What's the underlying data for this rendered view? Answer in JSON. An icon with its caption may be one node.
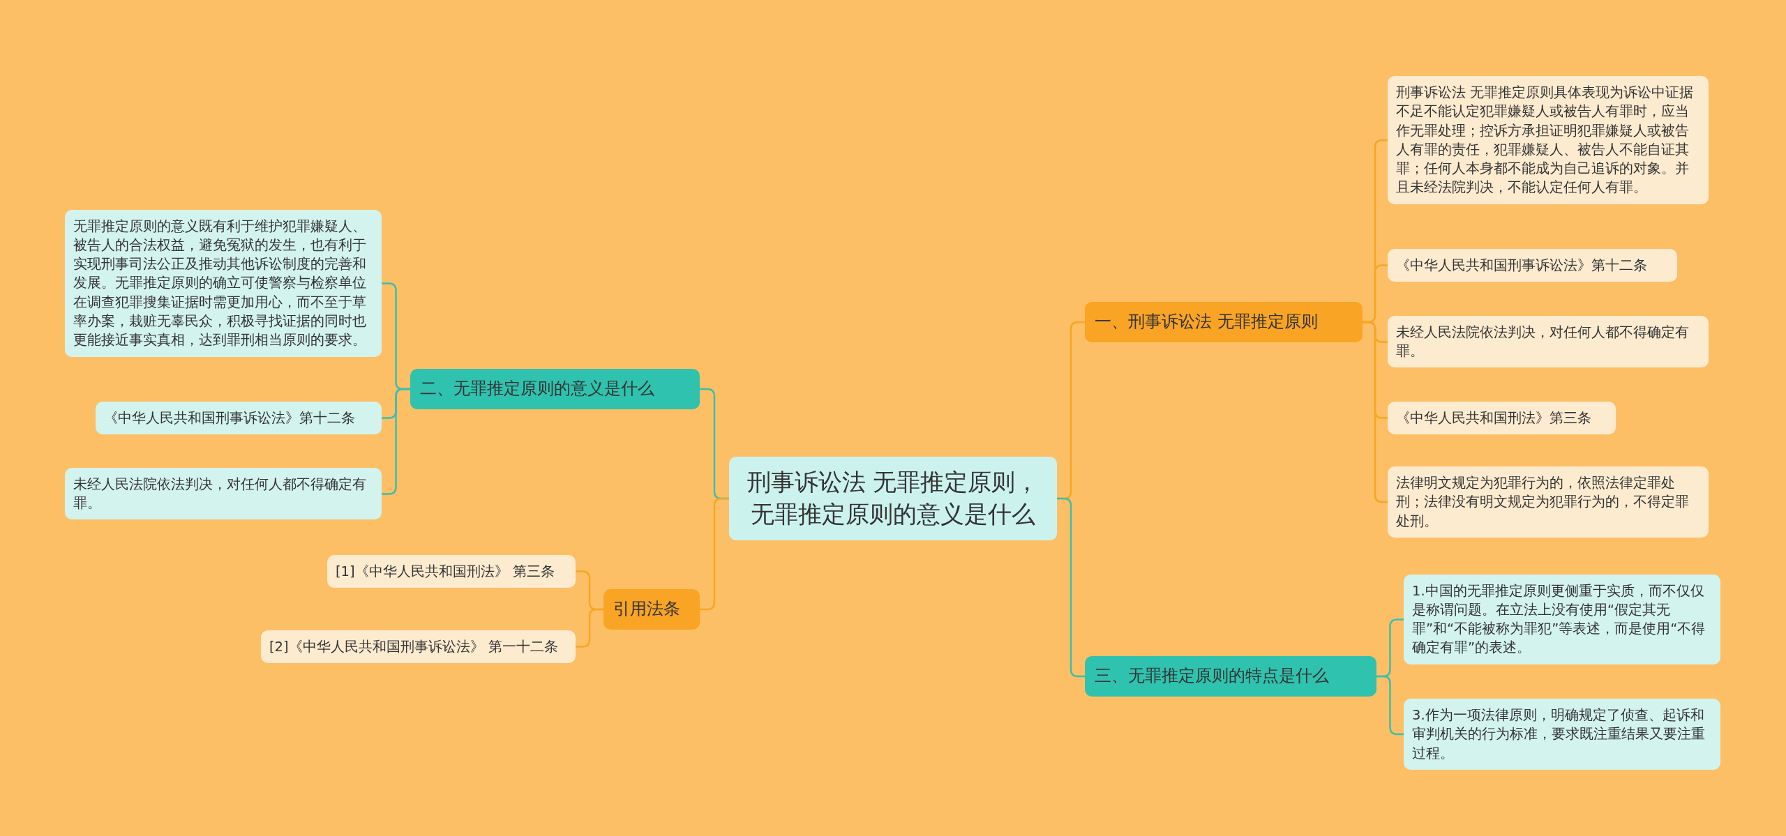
{
  "diagram": {
    "nodes": [
      {
        "text": [
          "刑事诉讼法 无罪推定原则，无罪推定原则的意义是什么"
        ]
      },
      {
        "text": [
          "一、刑事诉讼法 无罪推定原则"
        ]
      },
      {
        "text": [
          "刑事诉讼法 无罪推定原则具体表现为诉讼中证据不足不能认定犯罪嫌疑人或被告人有罪时，应当作无罪处理；控诉方承担证明犯罪嫌疑人或被告人有罪的责任，犯罪嫌疑人、被告人不能自证其罪；任何人本身都不能成为自己追诉的对象。并且未经法院判决，不能认定任何人有罪。"
        ]
      },
      {
        "text": [
          "《中华人民共和国刑事诉讼法》第十二条"
        ]
      },
      {
        "text": [
          "未经人民法院依法判决，对任何人都不得确定有罪。"
        ]
      },
      {
        "text": [
          "《中华人民共和国刑法》第三条"
        ]
      },
      {
        "text": [
          "法律明文规定为犯罪行为的，依照法律定罪处刑；法律没有明文规定为犯罪行为的，不得定罪处刑。"
        ]
      },
      {
        "text": [
          "三、无罪推定原则的特点是什么"
        ]
      },
      {
        "text": [
          "1.中国的无罪推定原则更侧重于实质，而不仅仅是称谓问题。在立法上没有使用“假定其无罪”和“不能被称为罪犯”等表述，而是使用“不得确定有罪”的表述。"
        ]
      },
      {
        "text": [
          "3.作为一项法律原则，明确规定了侦查、起诉和审判机关的行为标准，要求既注重结果又要注重过程。"
        ]
      },
      {
        "text": [
          "二、无罪推定原则的意义是什么"
        ]
      },
      {
        "text": [
          "无罪推定原则的意义既有利于维护犯罪嫌疑人、被告人的合法权益，避免冤狱的发生，也有利于实现刑事司法公正及推动其他诉讼制度的完善和发展。无罪推定原则的确立可使警察与检察单位在调查犯罪搜集证据时需更加用心，而不至于草率办案，栽赃无辜民众，积极寻找证据的同时也更能接近事实真相，达到罪刑相当原则的要求。"
        ]
      },
      {
        "text": [
          "《中华人民共和国刑事诉讼法》第十二条"
        ]
      },
      {
        "text": [
          "未经人民法院依法判决，对任何人都不得确定有罪。"
        ]
      },
      {
        "text": [
          "引用法条"
        ]
      },
      {
        "text": [
          "[1]《中华人民共和国刑法》 第三条"
        ]
      },
      {
        "text": [
          "[2]《中华人民共和国刑事诉讼法》 第一十二条"
        ]
      }
    ],
    "edges": [
      {
        "from": 0,
        "to": 1,
        "arrow": "none"
      },
      {
        "from": 1,
        "to": 2,
        "arrow": "none"
      },
      {
        "from": 1,
        "to": 3,
        "arrow": "none"
      },
      {
        "from": 1,
        "to": 4,
        "arrow": "none"
      },
      {
        "from": 1,
        "to": 5,
        "arrow": "none"
      },
      {
        "from": 1,
        "to": 6,
        "arrow": "none"
      },
      {
        "from": 0,
        "to": 7,
        "arrow": "none",
        "color": "#3cbfae"
      },
      {
        "from": 7,
        "to": 8,
        "arrow": "none",
        "color": "#3cbfae"
      },
      {
        "from": 7,
        "to": 9,
        "arrow": "none",
        "color": "#3cbfae"
      },
      {
        "from": 0,
        "to": 10,
        "arrow": "none",
        "color": "#3cbfae"
      },
      {
        "from": 10,
        "to": 11,
        "arrow": "none",
        "color": "#3cbfae"
      },
      {
        "from": 10,
        "to": 12,
        "arrow": "none",
        "color": "#3cbfae"
      },
      {
        "from": 10,
        "to": 13,
        "arrow": "none",
        "color": "#3cbfae"
      },
      {
        "from": 0,
        "to": 14,
        "arrow": "none"
      },
      {
        "from": 14,
        "to": 15,
        "arrow": "none"
      },
      {
        "from": 14,
        "to": 16,
        "arrow": "none"
      }
    ]
  }
}
